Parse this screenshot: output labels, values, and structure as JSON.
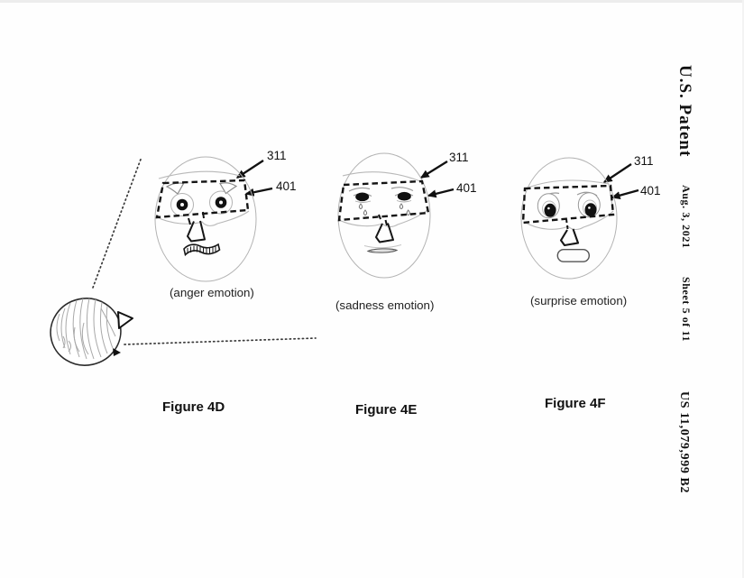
{
  "sheet": {
    "patent_label": "U.S. Patent",
    "date": "Aug. 3, 2021",
    "sheet_index": "Sheet 5 of 11",
    "patent_number": "US 11,079,999 B2"
  },
  "figures": [
    {
      "caption": "Figure 4D",
      "emotion_label": "(anger emotion)",
      "refs": {
        "band": "311",
        "region": "401"
      }
    },
    {
      "caption": "Figure 4E",
      "emotion_label": "(sadness emotion)",
      "refs": {
        "band": "311",
        "region": "401"
      }
    },
    {
      "caption": "Figure 4F",
      "emotion_label": "(surprise emotion)",
      "refs": {
        "band": "311",
        "region": "401"
      }
    }
  ]
}
